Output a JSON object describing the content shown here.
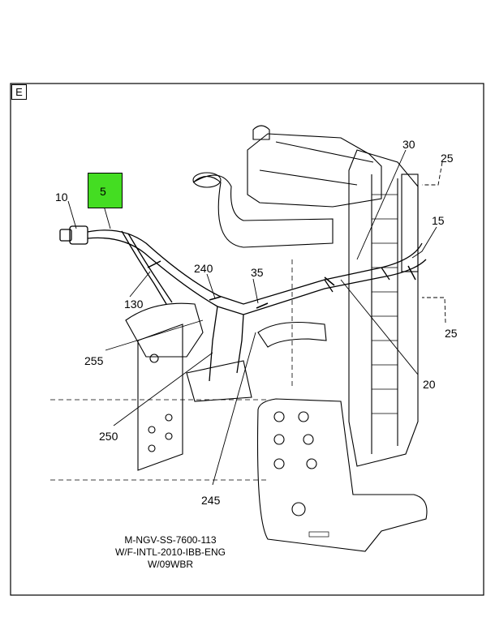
{
  "section_letter": "E",
  "highlighted_callout": "5",
  "callouts": {
    "c10": "10",
    "c130": "130",
    "c240": "240",
    "c35": "35",
    "c30": "30",
    "c25a": "25",
    "c15": "15",
    "c25b": "25",
    "c20": "20",
    "c255": "255",
    "c250": "250",
    "c245": "245"
  },
  "caption": {
    "line1": "M-NGV-SS-7600-113",
    "line2": "W/F-INTL-2010-IBB-ENG",
    "line3": "W/09WBR"
  },
  "colors": {
    "highlight": "#44dd22",
    "ink": "#000000",
    "paper": "#ffffff"
  }
}
